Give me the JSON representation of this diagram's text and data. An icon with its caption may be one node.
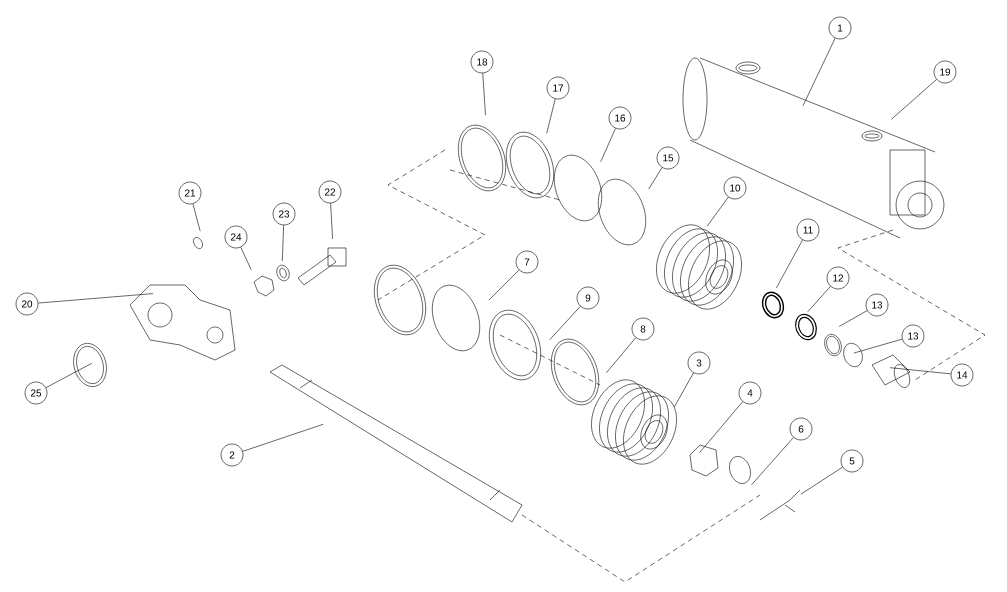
{
  "diagram": {
    "nodes": [
      {
        "text": [
          "1"
        ]
      },
      {
        "text": [
          "19"
        ]
      },
      {
        "text": [
          "18"
        ]
      },
      {
        "text": [
          "17"
        ]
      },
      {
        "text": [
          "16"
        ]
      },
      {
        "text": [
          "15"
        ]
      },
      {
        "text": [
          "21"
        ]
      },
      {
        "text": [
          "22"
        ]
      },
      {
        "text": [
          "10"
        ]
      },
      {
        "text": [
          "23"
        ]
      },
      {
        "text": [
          "24"
        ]
      },
      {
        "text": [
          "11"
        ]
      },
      {
        "text": [
          "7"
        ]
      },
      {
        "text": [
          "12"
        ]
      },
      {
        "text": [
          "9"
        ]
      },
      {
        "text": [
          "20"
        ]
      },
      {
        "text": [
          "13"
        ]
      },
      {
        "text": [
          "8"
        ]
      },
      {
        "text": [
          "13"
        ]
      },
      {
        "text": [
          "3"
        ]
      },
      {
        "text": [
          "14"
        ]
      },
      {
        "text": [
          "25"
        ]
      },
      {
        "text": [
          "4"
        ]
      },
      {
        "text": [
          "6"
        ]
      },
      {
        "text": [
          "2"
        ]
      },
      {
        "text": [
          "5"
        ]
      }
    ],
    "edges": [
      {
        "from": 0,
        "to": null,
        "arrow": "none"
      },
      {
        "from": 1,
        "to": null,
        "arrow": "none"
      },
      {
        "from": 2,
        "to": null,
        "arrow": "none"
      },
      {
        "from": 3,
        "to": null,
        "arrow": "none"
      },
      {
        "from": 4,
        "to": null,
        "arrow": "none"
      },
      {
        "from": 5,
        "to": null,
        "arrow": "none"
      },
      {
        "from": 6,
        "to": null,
        "arrow": "none"
      },
      {
        "from": 7,
        "to": null,
        "arrow": "none"
      },
      {
        "from": 8,
        "to": null,
        "arrow": "none"
      },
      {
        "from": 9,
        "to": null,
        "arrow": "none"
      },
      {
        "from": 10,
        "to": null,
        "arrow": "none"
      },
      {
        "from": 11,
        "to": null,
        "arrow": "none"
      },
      {
        "from": 12,
        "to": null,
        "arrow": "none"
      },
      {
        "from": 13,
        "to": null,
        "arrow": "none"
      },
      {
        "from": 14,
        "to": null,
        "arrow": "none"
      },
      {
        "from": 15,
        "to": null,
        "arrow": "none"
      },
      {
        "from": 16,
        "to": null,
        "arrow": "none"
      },
      {
        "from": 17,
        "to": null,
        "arrow": "none"
      },
      {
        "from": 18,
        "to": null,
        "arrow": "none"
      },
      {
        "from": 19,
        "to": null,
        "arrow": "none"
      },
      {
        "from": 20,
        "to": null,
        "arrow": "none"
      },
      {
        "from": 21,
        "to": null,
        "arrow": "none"
      },
      {
        "from": 22,
        "to": null,
        "arrow": "none"
      },
      {
        "from": 23,
        "to": null,
        "arrow": "none"
      },
      {
        "from": 24,
        "to": null,
        "arrow": "none"
      },
      {
        "from": 25,
        "to": null,
        "arrow": "none"
      }
    ]
  }
}
